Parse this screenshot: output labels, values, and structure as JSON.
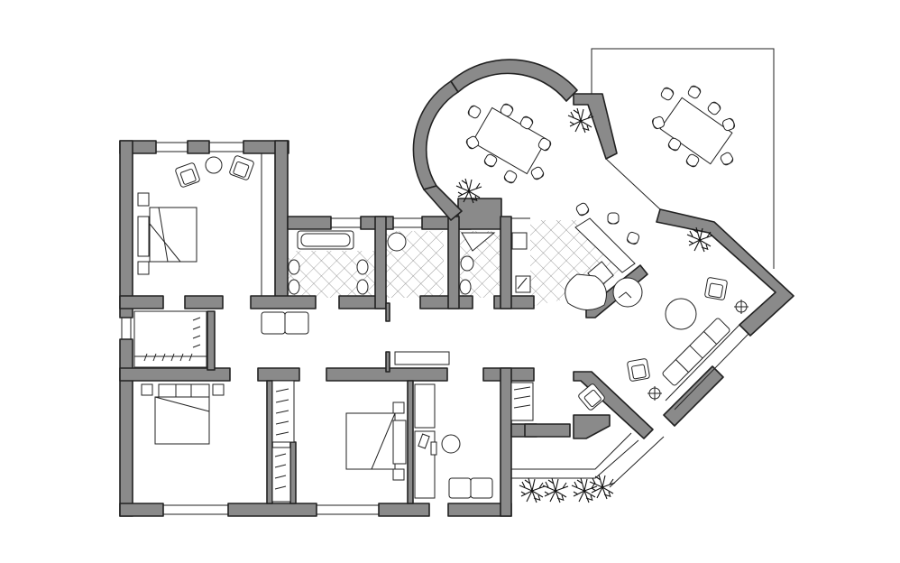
{
  "drawing": {
    "type": "floor-plan",
    "colors": {
      "wall": "#8a8a8a",
      "ink": "#222222",
      "background": "#ffffff"
    },
    "rooms": [
      "bedroom-west",
      "bedroom-southwest",
      "bedroom-south",
      "corridor",
      "bathroom-1",
      "bathroom-2",
      "bathroom-3",
      "kitchen",
      "dining-rotunda",
      "living-room",
      "terrace"
    ],
    "icons": [
      "bed-icon",
      "armchair-icon",
      "sofa-icon",
      "dining-table-icon",
      "bathtub-icon",
      "toilet-icon",
      "sink-icon",
      "plant-icon",
      "lamp-icon",
      "wardrobe-icon",
      "desk-icon"
    ]
  }
}
